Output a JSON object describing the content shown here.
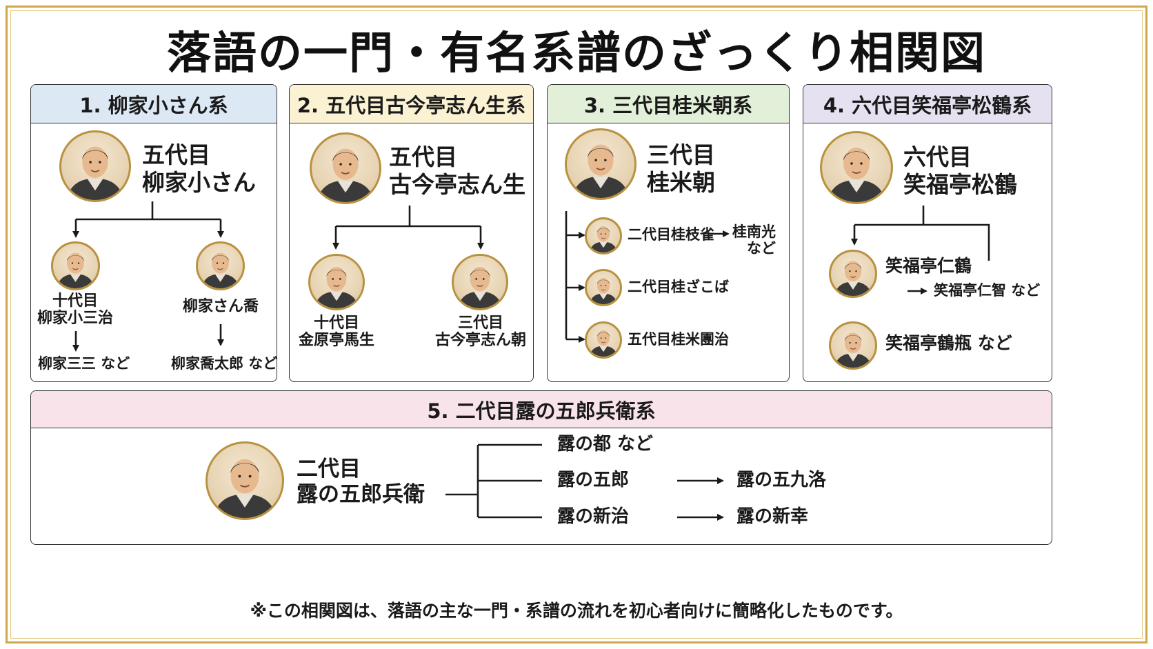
{
  "title": "落語の一門・有名系譜のざっくり相関図",
  "colors": {
    "panel1": "#dde8f5",
    "panel2": "#fbf1d3",
    "panel3": "#e2f0d9",
    "panel4": "#e6e1f1",
    "panel5": "#f8e3ea",
    "gold": "#cfa84a"
  },
  "panels": [
    {
      "heading": "1. 柳家小さん系",
      "root": {
        "line1": "五代目",
        "line2": "柳家小さん"
      },
      "left": {
        "line1": "十代目",
        "line2": "柳家小三治",
        "next": "柳家三三 など"
      },
      "right": {
        "name": "柳家さん喬",
        "next": "柳家喬太郎 など"
      }
    },
    {
      "heading": "2. 五代目古今亭志ん生系",
      "root": {
        "line1": "五代目",
        "line2": "古今亭志ん生"
      },
      "left": {
        "line1": "十代目",
        "line2": "金原亭馬生"
      },
      "right": {
        "line1": "三代目",
        "line2": "古今亭志ん朝"
      }
    },
    {
      "heading": "3. 三代目桂米朝系",
      "root": {
        "line1": "三代目",
        "line2": "桂米朝"
      },
      "children": [
        {
          "name": "二代目桂枝雀",
          "next_line1": "桂南光",
          "next_line2": "など"
        },
        {
          "name": "二代目桂ざこば"
        },
        {
          "name": "五代目桂米團治"
        }
      ]
    },
    {
      "heading": "4. 六代目笑福亭松鶴系",
      "root": {
        "line1": "六代目",
        "line2": "笑福亭松鶴"
      },
      "children": [
        {
          "name": "笑福亭仁鶴",
          "next": "笑福亭仁智 など"
        },
        {
          "name": "笑福亭鶴瓶 など"
        }
      ]
    }
  ],
  "panel5": {
    "heading": "5. 二代目露の五郎兵衛系",
    "root": {
      "line1": "二代目",
      "line2": "露の五郎兵衛"
    },
    "branches": [
      {
        "name": "露の都 など"
      },
      {
        "name": "露の五郎",
        "next": "露の五九洛"
      },
      {
        "name": "露の新治",
        "next": "露の新幸"
      }
    ]
  },
  "footer": "※この相関図は、落語の主な一門・系譜の流れを初心者向けに簡略化したものです。",
  "icons": {
    "portrait": "person-portrait-icon",
    "arrow": "arrow-right-icon"
  }
}
